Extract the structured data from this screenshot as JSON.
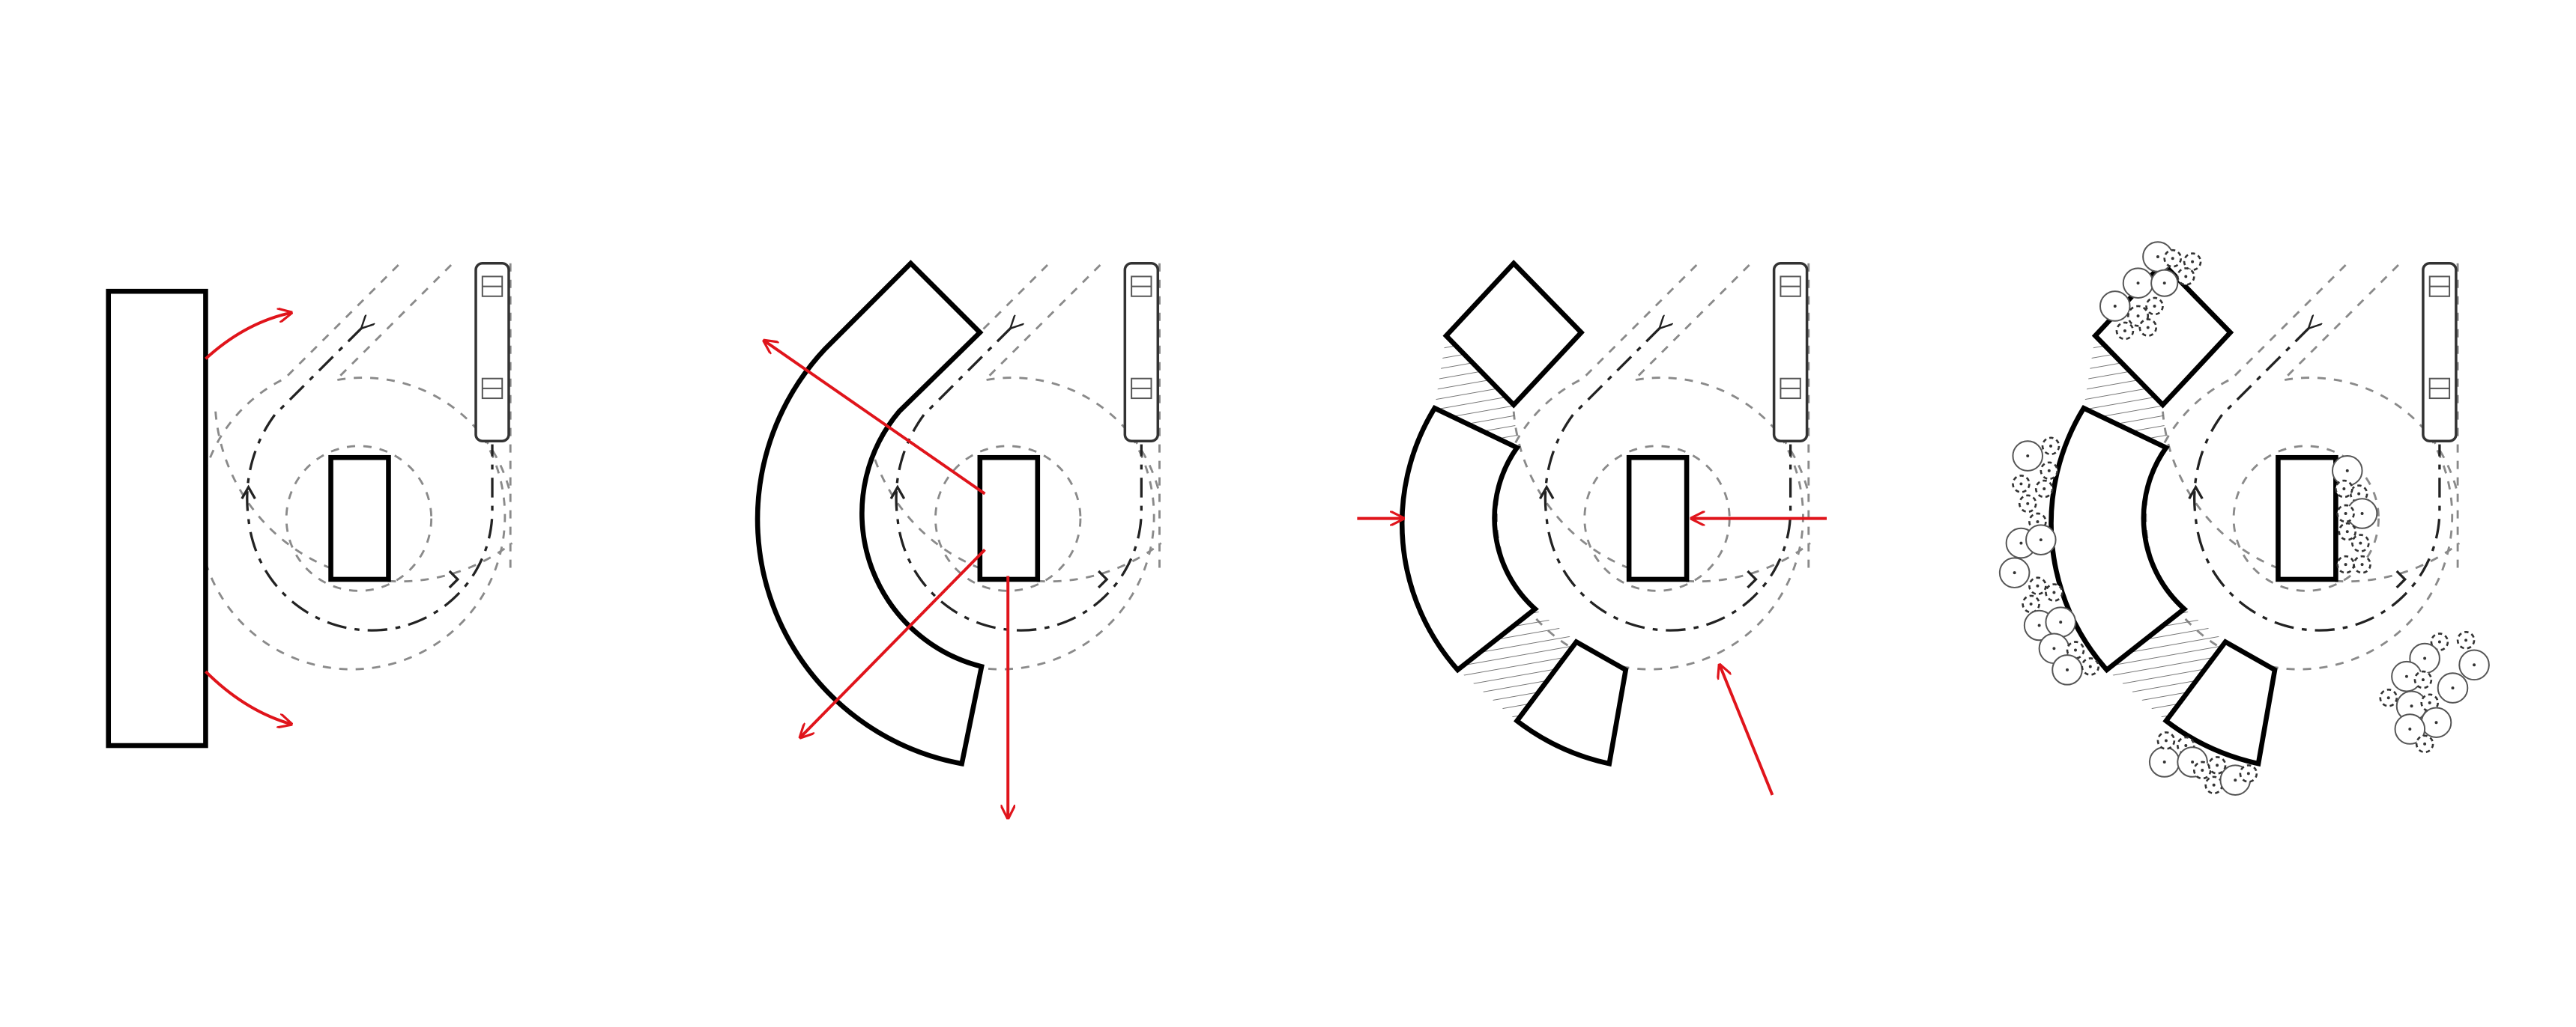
{
  "colors": {
    "background": "#ffffff",
    "building_outline": "#000000",
    "circulation_guides": "#8a8a8a",
    "vehicle_path": "#222222",
    "red_arrows": "#e0141b",
    "trees": "#555555"
  },
  "panels": [
    {
      "id": "panel-1",
      "buildings": [
        "long-rectangle",
        "central-kiosk"
      ],
      "red_arrows": 2,
      "trees": false,
      "hatching": false
    },
    {
      "id": "panel-2",
      "buildings": [
        "curved-bar",
        "central-kiosk"
      ],
      "red_arrows": 3,
      "trees": false,
      "hatching": false
    },
    {
      "id": "panel-3",
      "buildings": [
        "square-block",
        "curved-wedge",
        "small-wedge",
        "central-kiosk"
      ],
      "red_arrows": 3,
      "trees": false,
      "hatching": true
    },
    {
      "id": "panel-4",
      "buildings": [
        "square-block",
        "curved-wedge",
        "small-wedge",
        "central-kiosk"
      ],
      "red_arrows": 0,
      "trees": true,
      "hatching": true
    }
  ],
  "icons": [
    "bus-icon",
    "tree-icon",
    "red-arrow-icon",
    "chevron-icon"
  ]
}
